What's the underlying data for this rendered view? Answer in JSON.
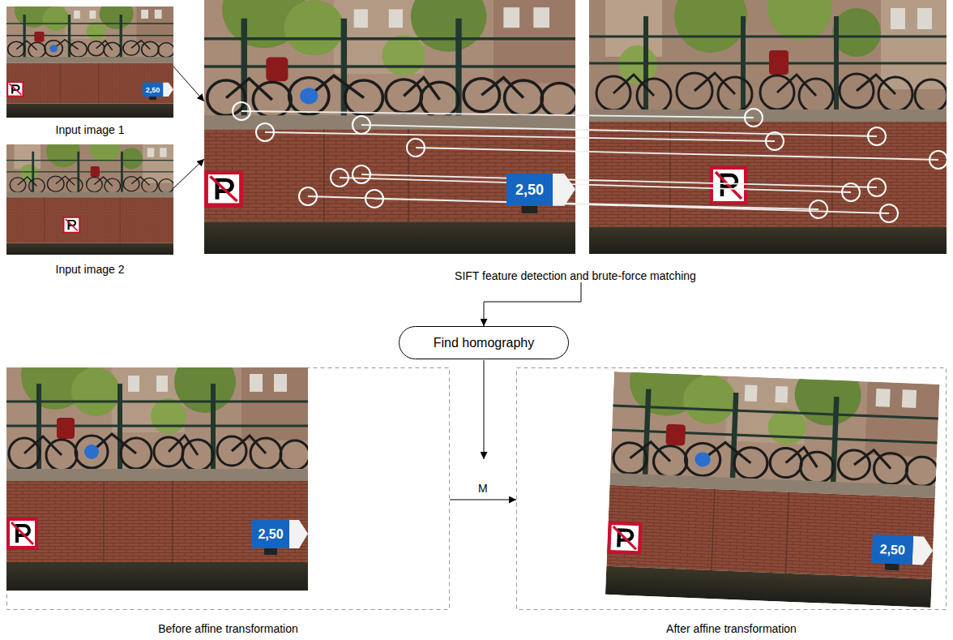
{
  "diagram": {
    "nodes": [
      {
        "text": [
          "Input image 1"
        ]
      },
      {
        "text": [
          "Input image 2"
        ]
      },
      {
        "text": [
          "SIFT feature detection and brute-force matching"
        ]
      },
      {
        "text": [
          "Find homography"
        ]
      },
      {
        "text": [
          "Before affine transformation"
        ]
      },
      {
        "text": [
          "After affine transformation"
        ]
      }
    ],
    "edges": [
      {
        "from": 0,
        "to": 2,
        "arrow": "to"
      },
      {
        "from": 1,
        "to": 2,
        "arrow": "to"
      },
      {
        "from": 2,
        "to": 3,
        "arrow": "to"
      },
      {
        "from": 4,
        "to": 5,
        "label": "M",
        "arrow": "to"
      }
    ],
    "labels": [
      "2,50",
      "2,50",
      "2,50",
      "2,50"
    ]
  }
}
